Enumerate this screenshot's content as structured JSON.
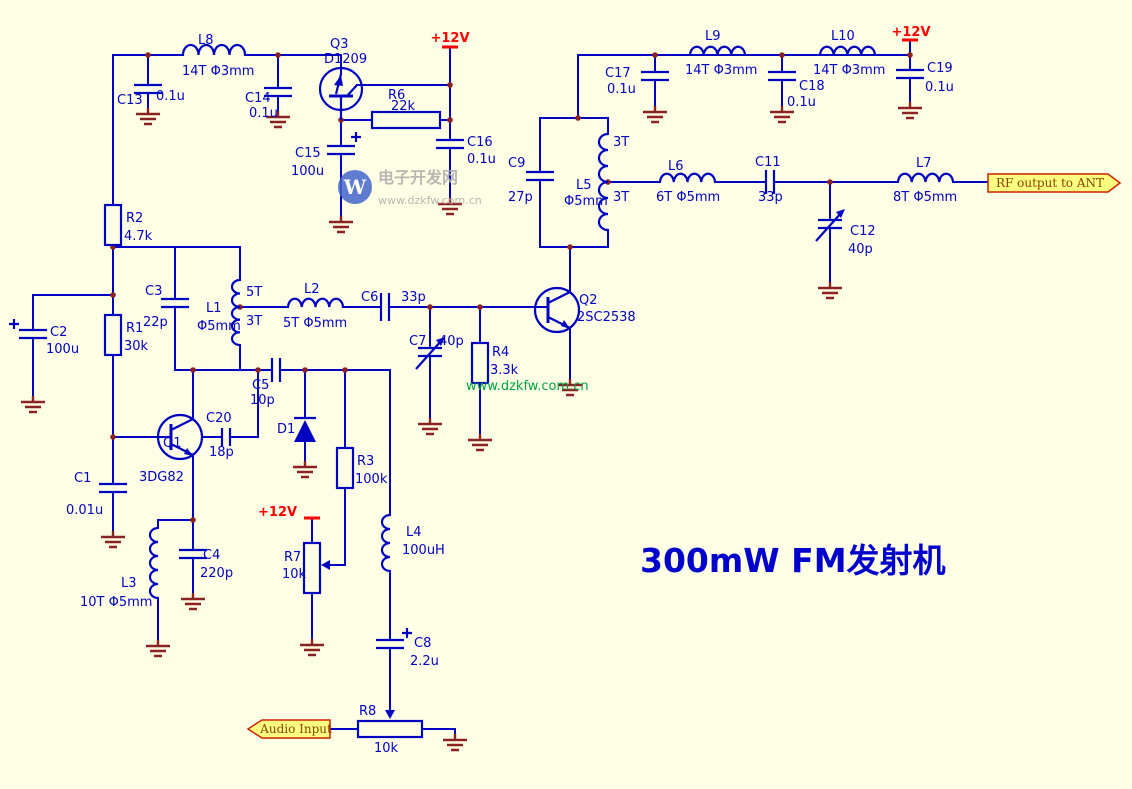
{
  "title": "300mW FM发射机",
  "watermark": {
    "logo_letter": "W",
    "site_name": "电子开发网",
    "site_url": "www.dzkfw.com.cn",
    "site_url_green": "www.dzkfw.com.cn"
  },
  "power_labels": {
    "top": "+12V",
    "right": "+12V",
    "r7": "+12V"
  },
  "io": {
    "audio_input": "Audio Input",
    "rf_output": "RF output to ANT"
  },
  "components": {
    "L8": {
      "ref": "L8",
      "value": "14T Φ3mm"
    },
    "C13": {
      "ref": "C13",
      "value": "0.1u"
    },
    "C14": {
      "ref": "C14",
      "value": "0.1u"
    },
    "Q3": {
      "ref": "Q3",
      "value": "D1209"
    },
    "R6": {
      "ref": "R6",
      "value": "22k"
    },
    "C15": {
      "ref": "C15",
      "value": "100u"
    },
    "C16": {
      "ref": "C16",
      "value": "0.1u"
    },
    "R2": {
      "ref": "R2",
      "value": "4.7k"
    },
    "C2": {
      "ref": "C2",
      "value": "100u"
    },
    "R1": {
      "ref": "R1",
      "value": "30k"
    },
    "C3": {
      "ref": "C3",
      "value": "22p"
    },
    "L1": {
      "ref": "L1",
      "value": "Φ5mm",
      "tap_top": "5T",
      "tap_bottom": "3T"
    },
    "L2": {
      "ref": "L2",
      "value": "5T Φ5mm"
    },
    "C6": {
      "ref": "C6",
      "value": "33p"
    },
    "C7": {
      "ref": "C7",
      "value": "40p"
    },
    "R4": {
      "ref": "R4",
      "value": "3.3k"
    },
    "Q1": {
      "ref": "Q1",
      "value": "3DG82"
    },
    "C20": {
      "ref": "C20",
      "value": "18p"
    },
    "C5": {
      "ref": "C5",
      "value": "10p"
    },
    "D1": {
      "ref": "D1"
    },
    "R3": {
      "ref": "R3",
      "value": "100k"
    },
    "C1": {
      "ref": "C1",
      "value": "0.01u"
    },
    "C4": {
      "ref": "C4",
      "value": "220p"
    },
    "L3": {
      "ref": "L3",
      "value": "10T Φ5mm"
    },
    "R7": {
      "ref": "R7",
      "value": "10k"
    },
    "L4": {
      "ref": "L4",
      "value": "100uH"
    },
    "C8": {
      "ref": "C8",
      "value": "2.2u"
    },
    "R8": {
      "ref": "R8",
      "value": "10k"
    },
    "C9": {
      "ref": "C9",
      "value": "27p"
    },
    "L5": {
      "ref": "L5",
      "value": "Φ5mm",
      "tap_top": "3T",
      "tap_bottom": "3T"
    },
    "C17": {
      "ref": "C17",
      "value": "0.1u"
    },
    "L9": {
      "ref": "L9",
      "value": "14T Φ3mm"
    },
    "C18": {
      "ref": "C18",
      "value": "0.1u"
    },
    "L10": {
      "ref": "L10",
      "value": "14T Φ3mm"
    },
    "C19": {
      "ref": "C19",
      "value": "0.1u"
    },
    "L6": {
      "ref": "L6",
      "value": "6T Φ5mm"
    },
    "C11": {
      "ref": "C11",
      "value": "33p"
    },
    "C12": {
      "ref": "C12",
      "value": "40p"
    },
    "L7": {
      "ref": "L7",
      "value": "8T Φ5mm"
    },
    "Q2": {
      "ref": "Q2",
      "value": "2SC2538"
    }
  },
  "colors": {
    "background": "#FFFFE6",
    "wire": "#0000C0",
    "ground": "#8B2222",
    "power": "#FF0000",
    "io_fill": "#FFFF80",
    "io_border": "#CC2200",
    "title": "#0000CD"
  }
}
